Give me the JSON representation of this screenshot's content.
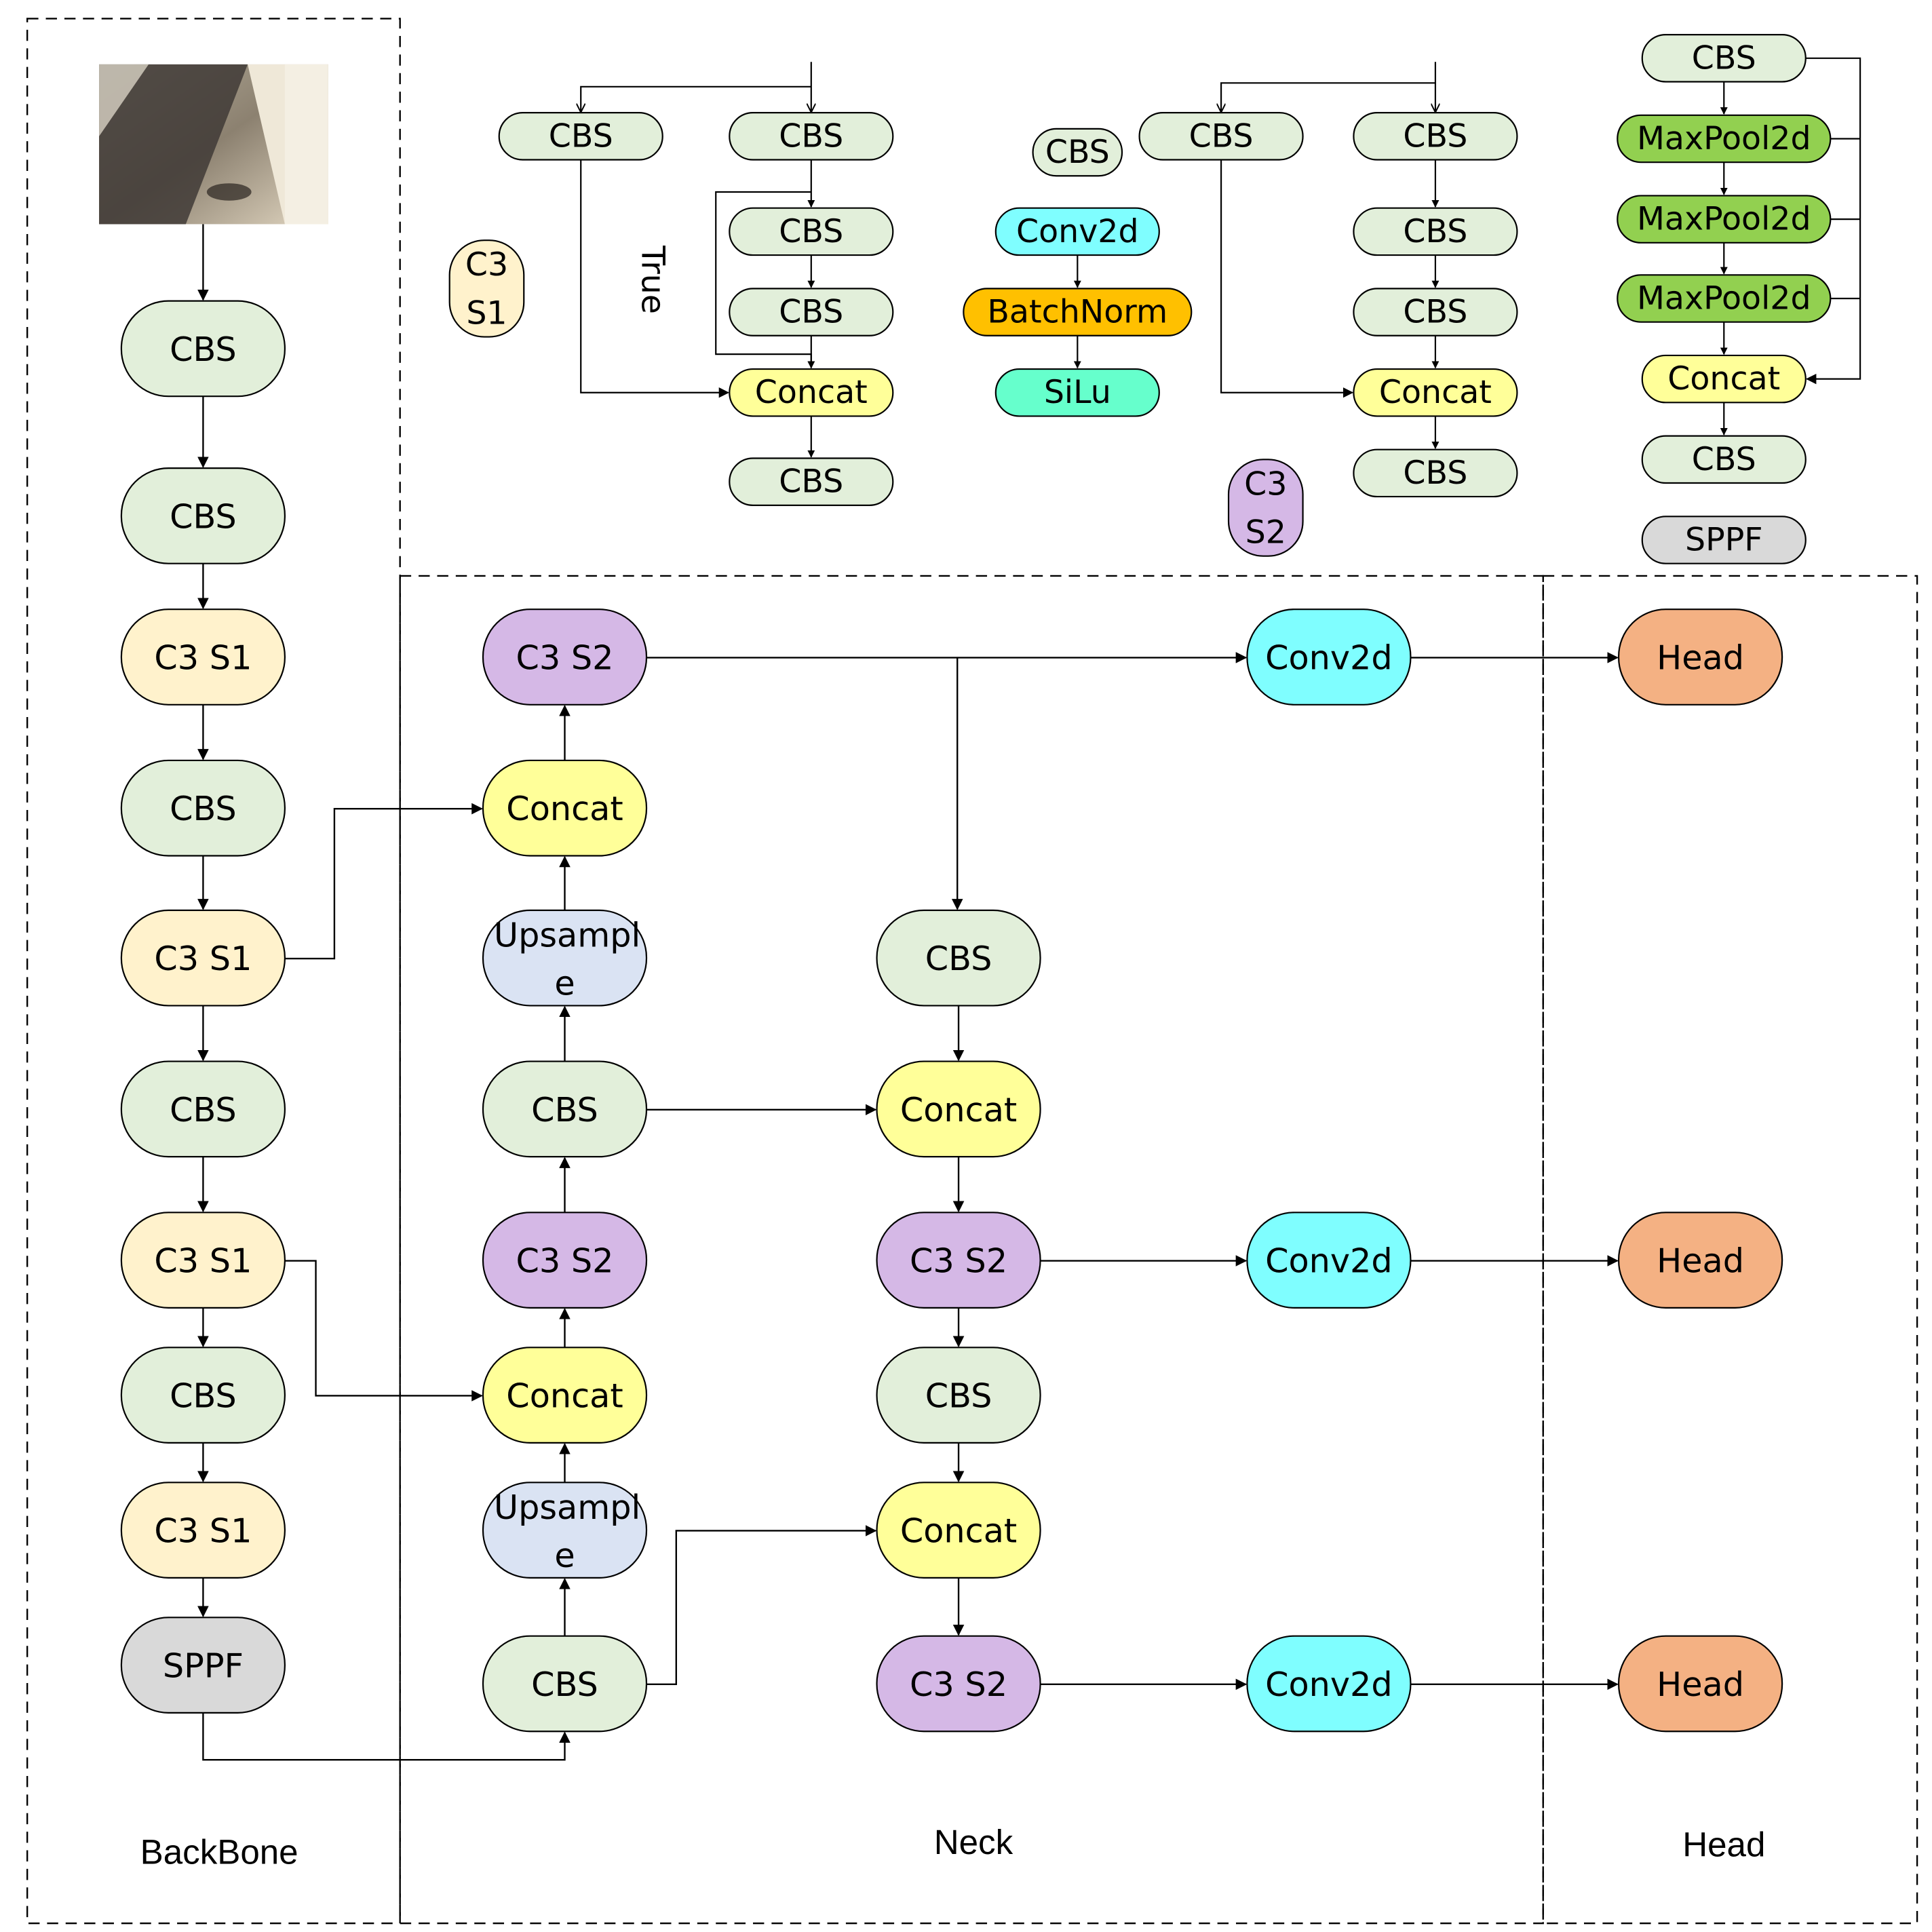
{
  "sections": {
    "backbone": "BackBone",
    "neck": "Neck",
    "head": "Head"
  },
  "colors": {
    "cbs": "#e2efda",
    "c3s1": "#fff2cc",
    "c3s2": "#d5b8e6",
    "concat": "#ffff99",
    "upsample": "#dae3f3",
    "conv2d": "#7ffeff",
    "head": "#f4b183",
    "sppf": "#d9d9d9",
    "batchnorm": "#ffc000",
    "silu": "#66ffcc",
    "maxpool": "#92d050",
    "stroke": "#000000"
  },
  "input_image": {
    "name": "input-photo",
    "description_icon": "image-icon"
  },
  "nodes": {
    "bb_cbs1": "CBS",
    "bb_cbs2": "CBS",
    "bb_c3s1_1": "C3 S1",
    "bb_cbs3": "CBS",
    "bb_c3s1_2": "C3 S1",
    "bb_cbs4": "CBS",
    "bb_c3s1_3": "C3 S1",
    "bb_cbs5": "CBS",
    "bb_c3s1_4": "C3 S1",
    "bb_sppf": "SPPF",
    "nk_c3s2_top": "C3 S2",
    "nk_concat1": "Concat",
    "nk_upsample1_a": "Upsampl",
    "nk_upsample1_b": "e",
    "nk_cbs1": "CBS",
    "nk_c3s2_mid": "C3 S2",
    "nk_concat2": "Concat",
    "nk_upsample2_a": "Upsampl",
    "nk_upsample2_b": "e",
    "nk_cbs2": "CBS",
    "nk_r_cbs1": "CBS",
    "nk_r_concat1": "Concat",
    "nk_r_c3s2_1": "C3 S2",
    "nk_r_cbs2": "CBS",
    "nk_r_concat2": "Concat",
    "nk_r_c3s2_2": "C3 S2",
    "nk_conv1": "Conv2d",
    "nk_conv2": "Conv2d",
    "nk_conv3": "Conv2d",
    "hd_head1": "Head",
    "hd_head2": "Head",
    "hd_head3": "Head"
  },
  "legend_c3s1": {
    "label_a": "C3",
    "label_b": "S1",
    "true_label": "True",
    "cbs_left": "CBS",
    "cbs_right": "CBS",
    "cbs_2": "CBS",
    "cbs_3": "CBS",
    "concat": "Concat",
    "cbs_out": "CBS"
  },
  "legend_cbs": {
    "title": "CBS",
    "conv": "Conv2d",
    "bn": "BatchNorm",
    "act": "SiLu"
  },
  "legend_c3s2": {
    "label_a": "C3",
    "label_b": "S2",
    "cbs_left": "CBS",
    "cbs_right": "CBS",
    "cbs_2": "CBS",
    "cbs_3": "CBS",
    "concat": "Concat",
    "cbs_out": "CBS"
  },
  "legend_sppf": {
    "title": "SPPF",
    "cbs_in": "CBS",
    "pool1": "MaxPool2d",
    "pool2": "MaxPool2d",
    "pool3": "MaxPool2d",
    "concat": "Concat",
    "cbs_out": "CBS"
  }
}
